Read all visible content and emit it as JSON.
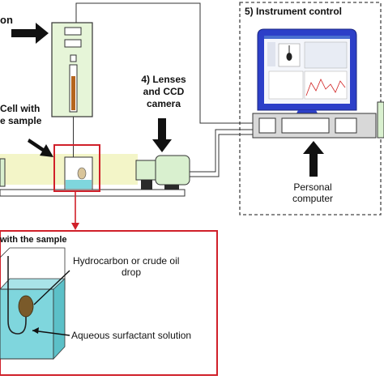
{
  "labels": {
    "label_partial_on": "on",
    "cell_line1": "Cell with",
    "cell_line2": "e sample",
    "lenses_line1": "4) Lenses",
    "lenses_line2": "and CCD",
    "lenses_line3": "camera",
    "instrument_control": "5) Instrument control",
    "personal_line1": "Personal",
    "personal_line2": "computer",
    "with_sample": "with the sample",
    "hydrocarbon_line1": "Hydrocarbon or crude oil",
    "hydrocarbon_line2": "drop",
    "aqueous": "Aqueous surfactant solution"
  },
  "colors": {
    "syringe_panel": "#e6f5d8",
    "red_frame": "#d0202a",
    "light_beam": "#f3f5c8",
    "water": "#7fd6dd",
    "oil_drop": "#7a5a2a",
    "camera": "#d9f0cf",
    "monitor": "#2c3fc8",
    "dashed_box": "#444444"
  }
}
